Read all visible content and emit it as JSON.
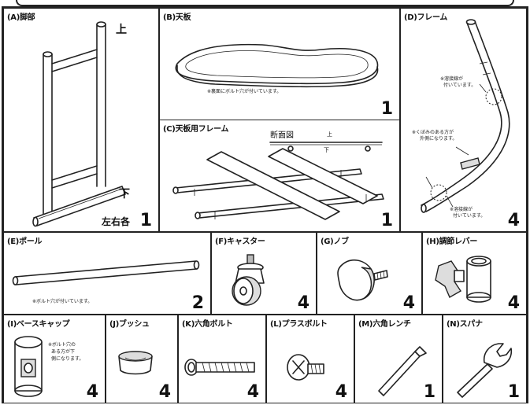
{
  "parts": {
    "a": {
      "label": "(A)脚部",
      "qty": "1",
      "qty_prefix": "左右各",
      "top_mark": "上",
      "bottom_mark": "下"
    },
    "b": {
      "label": "(B)天板",
      "qty": "1",
      "note": "※裏面にボルト穴が付いています。"
    },
    "c": {
      "label": "(C)天板用フレーム",
      "qty": "1",
      "section_title": "断面図",
      "section_top": "上",
      "section_bottom": "下"
    },
    "d": {
      "label": "(D)フレーム",
      "qty": "4",
      "note_top_1": "※溶接線が",
      "note_top_2": "付いています。",
      "note_mid_1": "※くぼみのある方が",
      "note_mid_2": "外側になります。",
      "note_low_1": "※溶接線が",
      "note_low_2": "付いています。"
    },
    "e": {
      "label": "(E)ポール",
      "qty": "2",
      "note": "※ボルト穴が付いています。"
    },
    "f": {
      "label": "(F)キャスター",
      "qty": "4"
    },
    "g": {
      "label": "(G)ノブ",
      "qty": "4"
    },
    "h": {
      "label": "(H)調節レバー",
      "qty": "4"
    },
    "i": {
      "label": "(I)ベースキャップ",
      "qty": "4",
      "note_1": "※ボルト穴の",
      "note_2": "ある方が下",
      "note_3": "側になります。"
    },
    "j": {
      "label": "(J)ブッシュ",
      "qty": "4"
    },
    "k": {
      "label": "(K)六角ボルト",
      "qty": "4"
    },
    "l": {
      "label": "(L)プラスボルト",
      "qty": "4"
    },
    "m": {
      "label": "(M)六角レンチ",
      "qty": "1"
    },
    "n": {
      "label": "(N)スパナ",
      "qty": "1"
    }
  },
  "icons": {
    "a": "leg-frame-icon",
    "b": "tabletop-icon",
    "c": "tabletop-frame-icon",
    "d": "bent-frame-pipe-icon",
    "e": "pole-icon",
    "f": "caster-wheel-icon",
    "g": "knob-icon",
    "h": "adjust-lever-icon",
    "i": "base-cap-icon",
    "j": "bush-icon",
    "k": "hex-bolt-icon",
    "l": "phillips-bolt-icon",
    "m": "hex-wrench-icon",
    "n": "spanner-icon"
  }
}
